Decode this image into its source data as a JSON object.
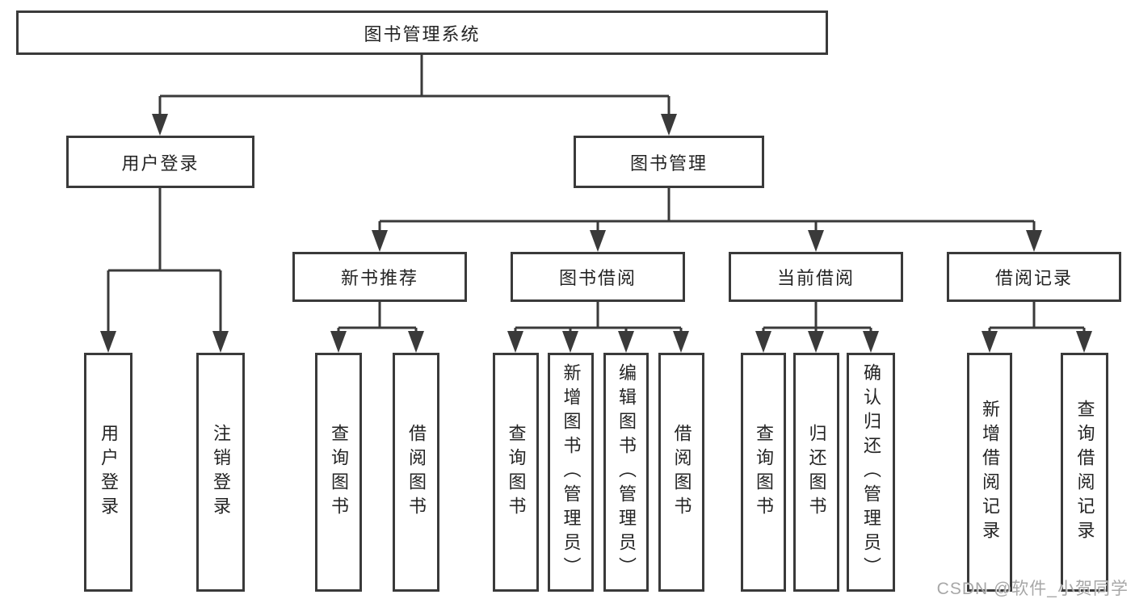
{
  "colors": {
    "line": "#3a3a3a",
    "text": "#242424",
    "watermark": "#9e9e9e",
    "background": "#ffffff"
  },
  "tree": {
    "root": "图书管理系统",
    "branches": [
      {
        "label": "用户登录",
        "children": [
          "用户登录",
          "注销登录"
        ]
      },
      {
        "label": "图书管理",
        "groups": [
          {
            "label": "新书推荐",
            "children": [
              "查询图书",
              "借阅图书"
            ]
          },
          {
            "label": "图书借阅",
            "children": [
              "查询图书",
              "新增图书（管理员）",
              "编辑图书（管理员）",
              "借阅图书"
            ]
          },
          {
            "label": "当前借阅",
            "children": [
              "查询图书",
              "归还图书",
              "确认归还（管理员）"
            ]
          },
          {
            "label": "借阅记录",
            "children": [
              "新增借阅记录",
              "查询借阅记录"
            ]
          }
        ]
      }
    ]
  },
  "watermark": "CSDN @软件_小贺同学"
}
